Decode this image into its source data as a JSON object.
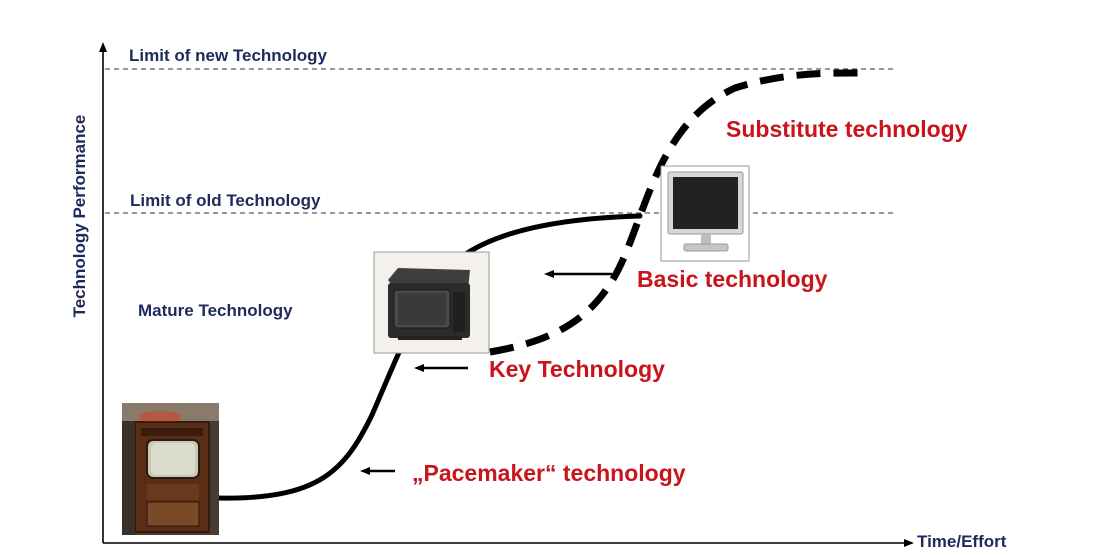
{
  "axes": {
    "y_title": "Technology Performance",
    "x_title": "Time/Effort"
  },
  "limits": {
    "new": "Limit of new Technology",
    "old": "Limit of old Technology"
  },
  "labels": {
    "mature": "Mature Technology",
    "substitute": "Substitute technology",
    "basic": "Basic technology",
    "key": "Key Technology",
    "pacemaker": "„Pacemaker“ technology"
  },
  "images": {
    "vintage_tv": "vintage-tv-photo",
    "crt_tv": "crt-tv-photo",
    "lcd_monitor": "lcd-monitor-photo"
  },
  "colors": {
    "navy": "#1f2a5a",
    "red": "#c8141a",
    "curve": "#000000"
  }
}
